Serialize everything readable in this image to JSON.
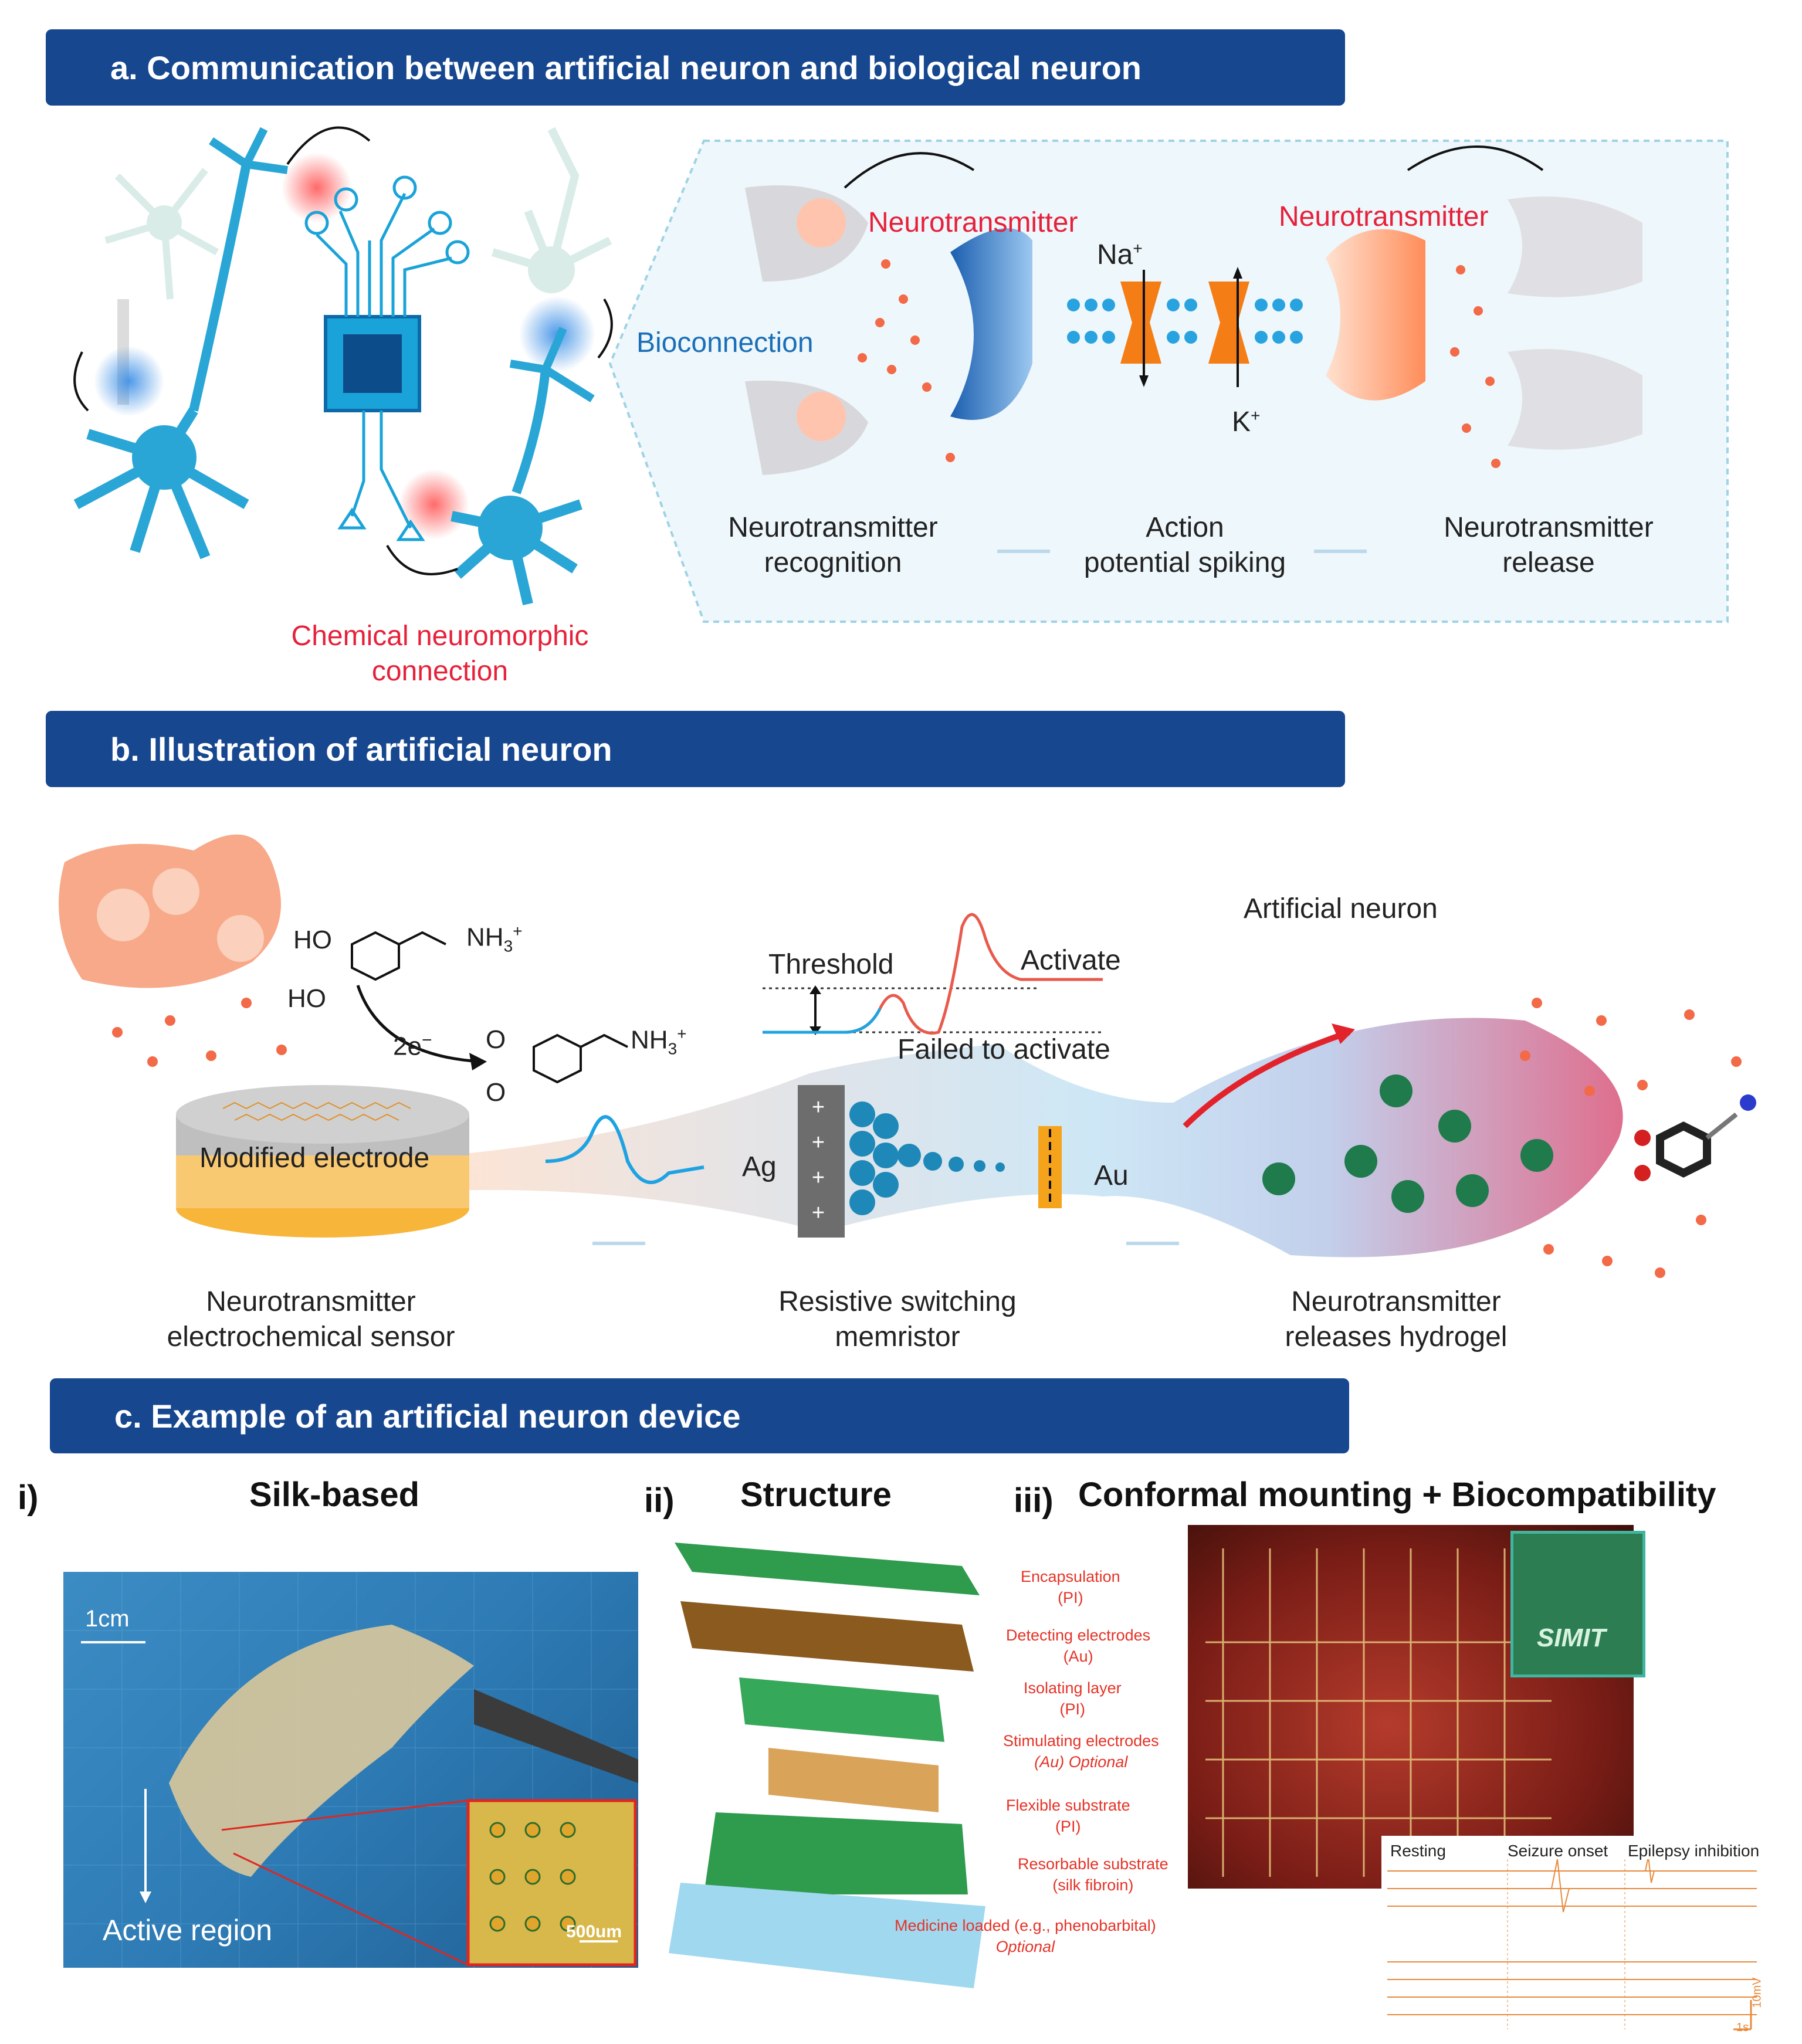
{
  "panel_a": {
    "title": "a. Communication between artificial neuron and biological neuron",
    "neurotransmitter_left": "Neurotransmitter",
    "neurotransmitter_right": "Neurotransmitter",
    "bioconnection": "Bioconnection",
    "na": "Na",
    "k": "K",
    "chemical_connection_1": "Chemical neuromorphic",
    "chemical_connection_2": "connection",
    "steps": [
      {
        "line1": "Neurotransmitter",
        "line2": "recognition"
      },
      {
        "line1": "Action",
        "line2": "potential spiking"
      },
      {
        "line1": "Neurotransmitter",
        "line2": "release"
      }
    ]
  },
  "panel_b": {
    "title": "b. Illustration of artificial neuron",
    "artificial_neuron": "Artificial neuron",
    "threshold": "Threshold",
    "activate": "Activate",
    "failed": "Failed to activate",
    "modified_electrode": "Modified electrode",
    "ag": "Ag",
    "au": "Au",
    "ho1": "HO",
    "ho2": "HO",
    "nh3_top": "NH",
    "nh3_bottom": "NH",
    "two_e": "2e",
    "o1": "O",
    "o2": "O",
    "steps": [
      {
        "line1": "Neurotransmitter",
        "line2": "electrochemical sensor"
      },
      {
        "line1": "Resistive switching",
        "line2": "memristor"
      },
      {
        "line1": "Neurotransmitter",
        "line2": "releases hydrogel"
      }
    ]
  },
  "panel_c": {
    "title": "c. Example of an artificial neuron device",
    "i_label": "i)",
    "i_title": "Silk-based",
    "ii_label": "ii)",
    "ii_title": "Structure",
    "iii_label": "iii)",
    "iii_title": "Conformal mounting + Biocompatibility",
    "scale_1cm": "1cm",
    "active_region": "Active region",
    "scale_500um": "500um",
    "layers": [
      {
        "line1": "Encapsulation",
        "line2": "(PI)"
      },
      {
        "line1": "Detecting electrodes",
        "line2": "(Au)"
      },
      {
        "line1": "Isolating layer",
        "line2": "(PI)"
      },
      {
        "line1": "Stimulating electrodes",
        "line2": "(Au) Optional"
      },
      {
        "line1": "Flexible substrate",
        "line2": "(PI)"
      },
      {
        "line1": "Resorbable substrate",
        "line2": "(silk fibroin)"
      },
      {
        "line1": "Medicine loaded (e.g., phenobarbital)",
        "line2": "Optional"
      }
    ],
    "eeg_headers": [
      "Resting",
      "Seizure onset",
      "Epilepsy inhibition"
    ],
    "eeg_scale_v": "10mV",
    "eeg_scale_t": "1s",
    "simit": "SIMIT"
  }
}
